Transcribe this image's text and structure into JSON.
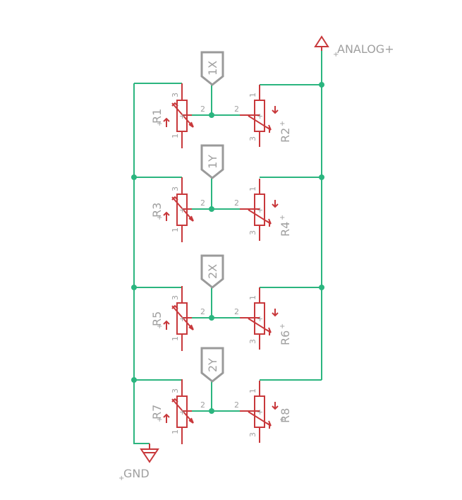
{
  "colors": {
    "wire": "#2bb57f",
    "component": "#c8383b",
    "label": "#a0a0a0",
    "port_outline": "#9a9a9a",
    "background": "#ffffff"
  },
  "power": {
    "supply_label": "ANALOG+",
    "ground_label": "GND"
  },
  "ports": [
    {
      "name": "1X"
    },
    {
      "name": "1Y"
    },
    {
      "name": "2X"
    },
    {
      "name": "2Y"
    }
  ],
  "resistors": [
    {
      "ref": "R1",
      "pin_top": "3",
      "pin_wiper": "2",
      "pin_bottom": "1"
    },
    {
      "ref": "R2",
      "pin_top": "1",
      "pin_wiper": "2",
      "pin_bottom": "3"
    },
    {
      "ref": "R3",
      "pin_top": "3",
      "pin_wiper": "2",
      "pin_bottom": "1"
    },
    {
      "ref": "R4",
      "pin_top": "1",
      "pin_wiper": "2",
      "pin_bottom": "3"
    },
    {
      "ref": "R5",
      "pin_top": "3",
      "pin_wiper": "2",
      "pin_bottom": "1"
    },
    {
      "ref": "R6",
      "pin_top": "1",
      "pin_wiper": "2",
      "pin_bottom": "3"
    },
    {
      "ref": "R7",
      "pin_top": "3",
      "pin_wiper": "2",
      "pin_bottom": "1"
    },
    {
      "ref": "R8",
      "pin_top": "1",
      "pin_wiper": "2",
      "pin_bottom": "3"
    }
  ],
  "symbols": {
    "plus": "+",
    "tick": "+"
  }
}
